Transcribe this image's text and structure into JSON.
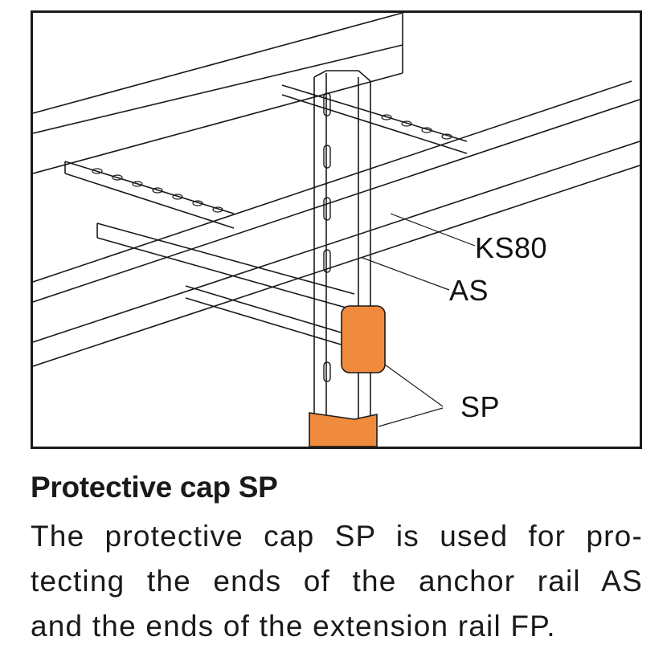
{
  "figure": {
    "labels": {
      "ks80": "KS80",
      "as": "AS",
      "sp": "SP"
    },
    "colors": {
      "cap": "#F08A3C",
      "line": "#1a1a1a"
    }
  },
  "text": {
    "title": "Protective cap SP",
    "body_lines": [
      "The protective cap SP is used for pro-",
      "tecting the ends of the anchor rail AS",
      "and the ends of the extension rail FP."
    ]
  }
}
